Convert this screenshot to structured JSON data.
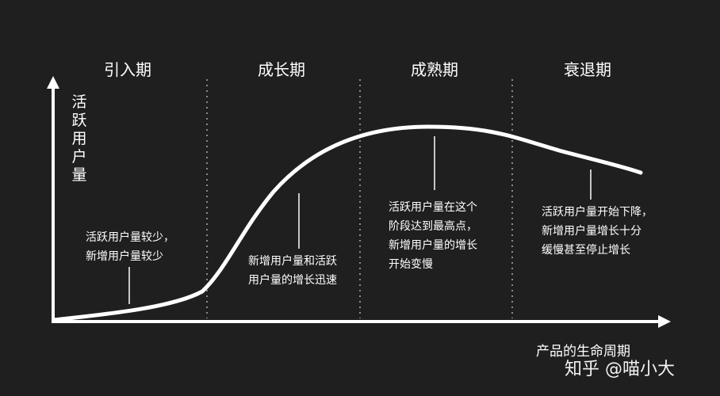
{
  "diagram": {
    "phases": [
      "引入期",
      "成长期",
      "成熟期",
      "衰退期"
    ],
    "y_axis_label": "活跃用户量",
    "x_axis_label": "产品的生命周期",
    "notes": [
      "活跃用户量较少，\n新增用户量较少",
      "新增用户量和活跃\n用户量的增长迅速",
      "活跃用户量在这个\n阶段达到最高点，\n新增用户量的增长\n开始变慢",
      "活跃用户量开始下降，\n新增用户量增长十分\n缓慢甚至停止增长"
    ],
    "watermark": "知乎 @喵小大"
  },
  "colors": {
    "background": "#1f1f1f",
    "foreground": "#ffffff",
    "divider": "#8a8a8a"
  }
}
